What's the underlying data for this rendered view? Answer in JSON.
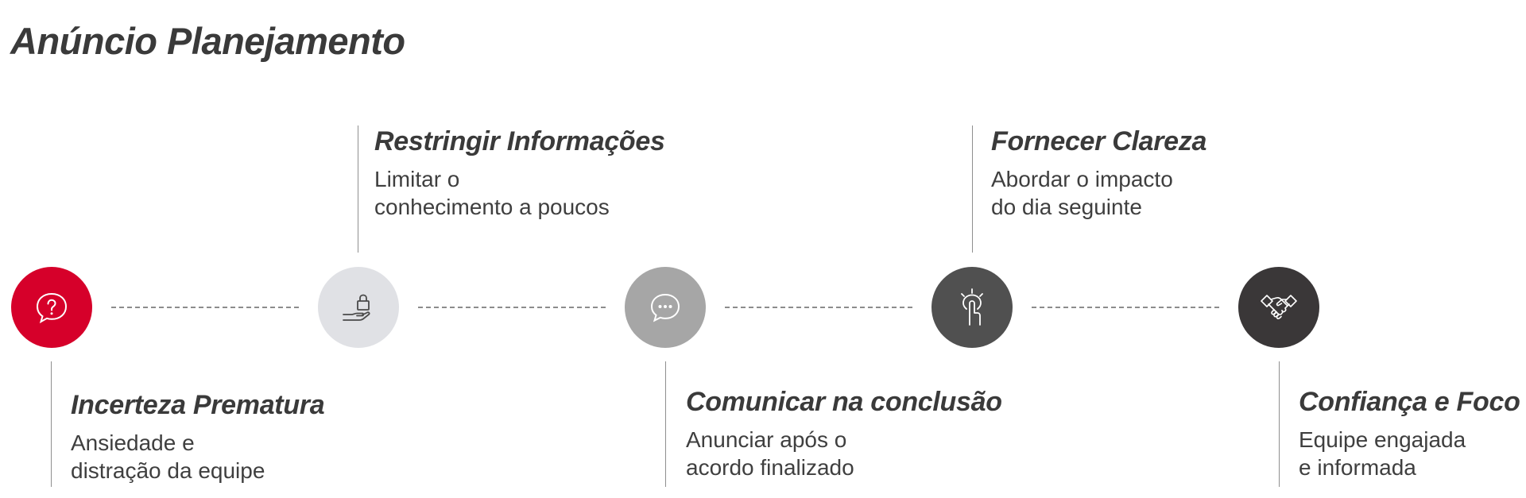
{
  "title": "Anúncio Planejamento",
  "colors": {
    "step1": "#d6002a",
    "step2": "#e0e1e5",
    "step3": "#a6a6a6",
    "step4": "#505050",
    "step5": "#3a3738",
    "text": "#3a3a3a",
    "connector": "#8c8c8c"
  },
  "steps": [
    {
      "icon": "question-bubble-icon",
      "title": "Incerteza Prematura",
      "desc_line1": "Ansiedade e",
      "desc_line2": "distração da equipe",
      "label_position": "below"
    },
    {
      "icon": "hand-lock-icon",
      "title": "Restringir Informações",
      "desc_line1": "Limitar o",
      "desc_line2": "conhecimento a poucos",
      "label_position": "above"
    },
    {
      "icon": "chat-bubble-icon",
      "title": "Comunicar na conclusão",
      "desc_line1": "Anunciar após o",
      "desc_line2": "acordo finalizado",
      "label_position": "below"
    },
    {
      "icon": "touch-point-icon",
      "title": "Fornecer Clareza",
      "desc_line1": "Abordar o impacto",
      "desc_line2": "do dia seguinte",
      "label_position": "above"
    },
    {
      "icon": "handshake-icon",
      "title": "Confiança e Foco",
      "desc_line1": "Equipe engajada",
      "desc_line2": "e informada",
      "label_position": "below"
    }
  ]
}
